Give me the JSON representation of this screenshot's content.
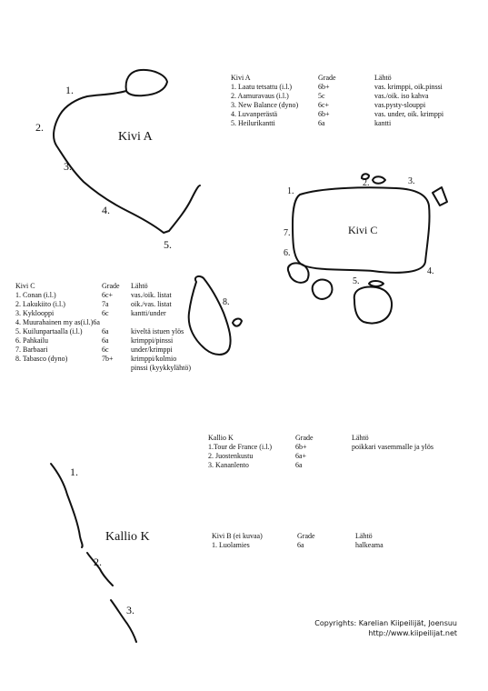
{
  "kivi_a": {
    "name": "Kivi A",
    "markers": [
      "1.",
      "2.",
      "3.",
      "4.",
      "5."
    ],
    "headers": {
      "route": "Kivi A",
      "grade": "Grade",
      "start": "Lähtö"
    },
    "routes": [
      {
        "route": "1. Laatu tetsattu (i.l.)",
        "grade": "6b+",
        "start": "vas. krimppi, oik.pinssi"
      },
      {
        "route": "2. Aamuravaus  (i.l.)",
        "grade": "5c",
        "start": "vas./oik. iso kahva"
      },
      {
        "route": "3. New Balance (dyno)",
        "grade": "6c+",
        "start": "vas.pysty-slouppi"
      },
      {
        "route": "4. Luvanperästä",
        "grade": "6b+",
        "start": "vas. under, oik. krimppi"
      },
      {
        "route": "5. Heilurikantti",
        "grade": "6a",
        "start": "kantti"
      }
    ]
  },
  "kivi_c": {
    "name": "Kivi C",
    "markers": [
      "1.",
      "2.",
      "3.",
      "4.",
      "5.",
      "6.",
      "7.",
      "8."
    ],
    "headers": {
      "route": "Kivi C",
      "grade": "Grade",
      "start": "Lähtö"
    },
    "routes": [
      {
        "route": "1. Conan (i.l.)",
        "grade": "6c+",
        "start": "vas./oik. listat"
      },
      {
        "route": "2. Lakukiito (i.l.)",
        "grade": "7a",
        "start": "oik./vas. listat"
      },
      {
        "route": "3. Kyklooppi",
        "grade": "6c",
        "start": "kantti/under"
      },
      {
        "route": "4. Muurahainen my as(i.l.)6a",
        "grade": "",
        "start": ""
      },
      {
        "route": "5. Kuilunpartaalla (i.l.)",
        "grade": "6a",
        "start": "kiveltä istuen ylös"
      },
      {
        "route": "6. Pahkailu",
        "grade": "6a",
        "start": "krimppi/pinssi"
      },
      {
        "route": "7. Barbaari",
        "grade": "6c",
        "start": "under/krimppi"
      },
      {
        "route": "8. Tabasco (dyno)",
        "grade": "7b+",
        "start": "krimppi/kolmio"
      },
      {
        "route": "",
        "grade": "",
        "start": "pinssi (kyykkylähtö)"
      }
    ]
  },
  "kallio_k": {
    "name": "Kallio K",
    "markers": [
      "1.",
      "2.",
      "3."
    ],
    "headers": {
      "route": "Kallio K",
      "grade": "Grade",
      "start": "Lähtö"
    },
    "routes": [
      {
        "route": "1.Tour de France (i.l.)",
        "grade": "6b+",
        "start": "poikkari vasemmalle ja ylös"
      },
      {
        "route": "2. Juostenkustu",
        "grade": "6a+",
        "start": ""
      },
      {
        "route": "3. Kananlento",
        "grade": "6a",
        "start": ""
      }
    ]
  },
  "kivi_b": {
    "headers": {
      "route": "Kivi B (ei kuvaa)",
      "grade": "Grade",
      "start": "Lähtö"
    },
    "routes": [
      {
        "route": "1. Luolamies",
        "grade": "6a",
        "start": "halkeama"
      }
    ]
  },
  "credits": {
    "line1": "Copyrights: Karelian Kiipeilijät, Joensuu",
    "line2": "http://www.kiipeilijat.net"
  }
}
